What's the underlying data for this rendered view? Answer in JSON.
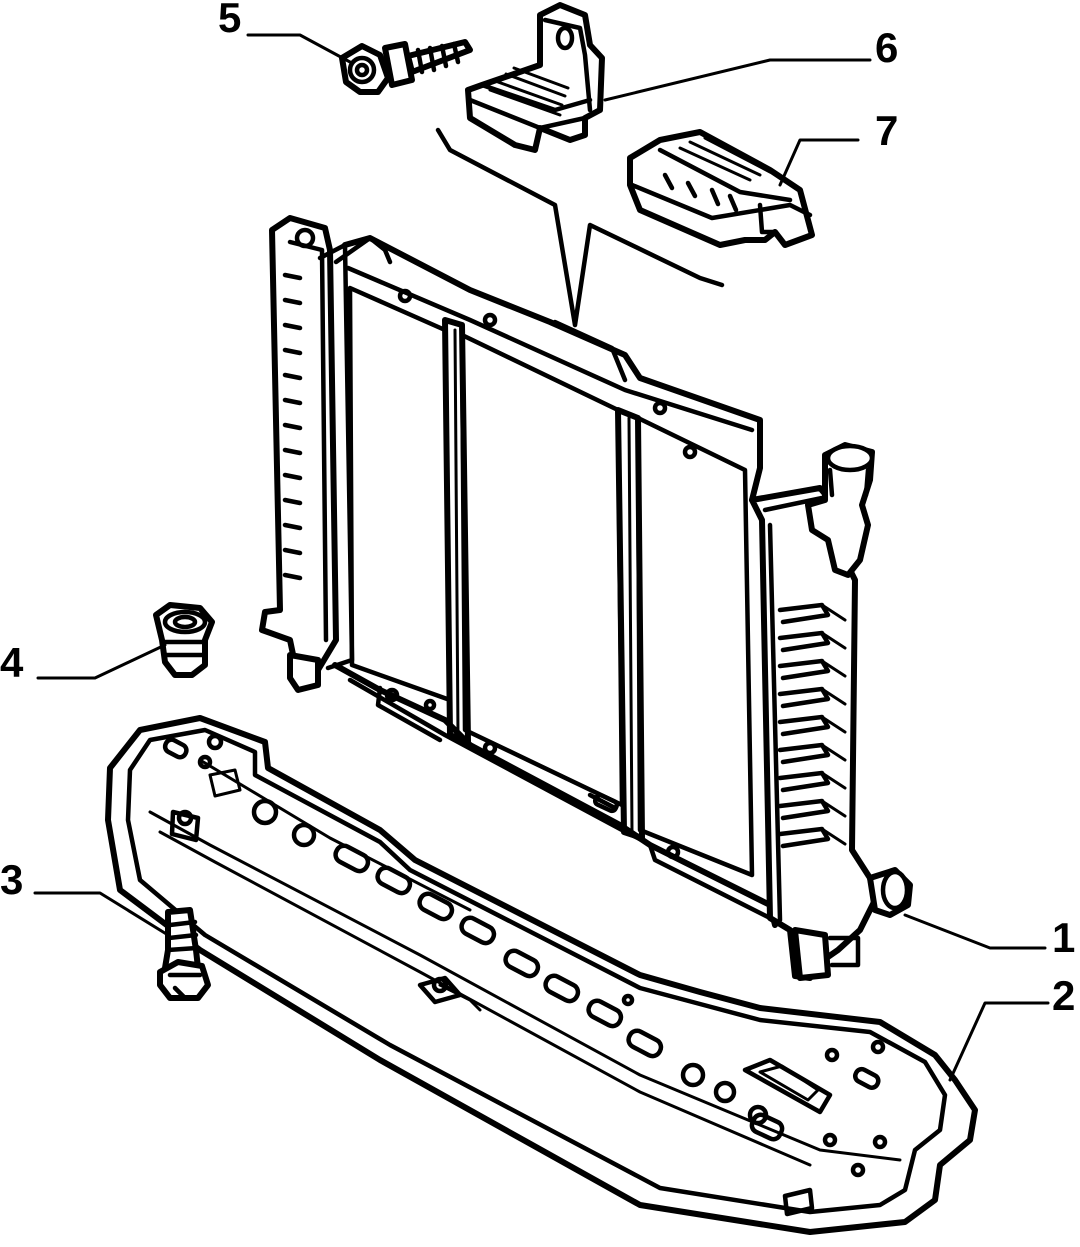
{
  "diagram": {
    "type": "exploded-parts-diagram",
    "colors": {
      "ink": "#000000",
      "paper": "#ffffff"
    },
    "callouts": [
      {
        "id": "1",
        "label": "1",
        "part": "radiator"
      },
      {
        "id": "2",
        "label": "2",
        "part": "lower-crossmember"
      },
      {
        "id": "3",
        "label": "3",
        "part": "mounting-stud"
      },
      {
        "id": "4",
        "label": "4",
        "part": "rubber-grommet"
      },
      {
        "id": "5",
        "label": "5",
        "part": "screw"
      },
      {
        "id": "6",
        "label": "6",
        "part": "upper-bracket"
      },
      {
        "id": "7",
        "label": "7",
        "part": "rubber-pad"
      }
    ]
  }
}
